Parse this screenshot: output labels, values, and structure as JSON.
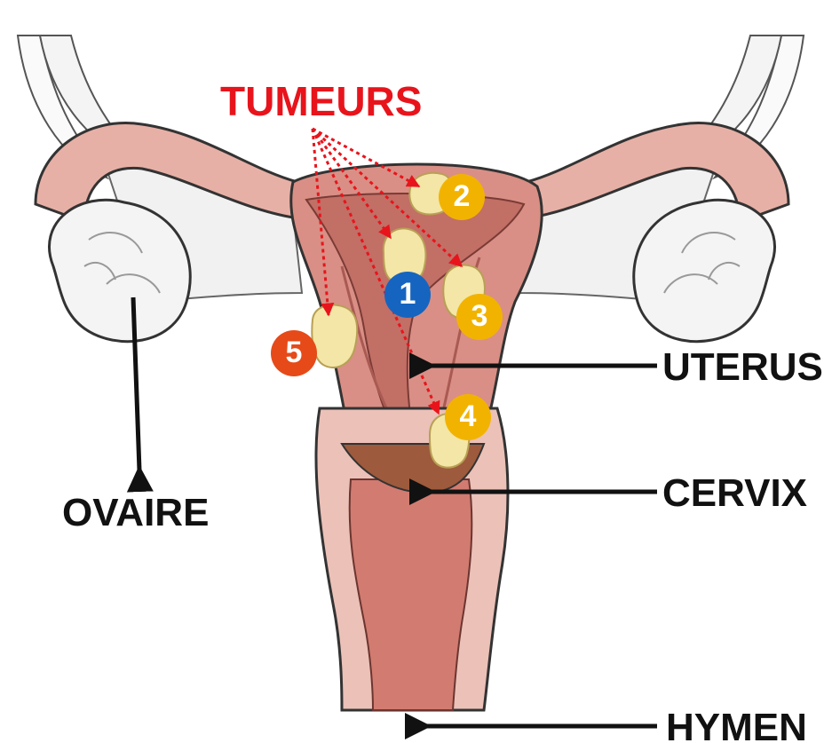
{
  "labels": {
    "tumors": "TUMEURS",
    "ovary": "OVAIRE",
    "uterus": "UTERUS",
    "cervix": "CERVIX",
    "hymen": "HYMEN"
  },
  "tumor_markers": [
    {
      "number": "1",
      "color": "#1565c0"
    },
    {
      "number": "2",
      "color": "#f2b300"
    },
    {
      "number": "3",
      "color": "#f2b300"
    },
    {
      "number": "4",
      "color": "#f2b300"
    },
    {
      "number": "5",
      "color": "#e64a19"
    }
  ],
  "colors": {
    "tumor_label": "#e8141c",
    "tumor_arrows": "#e8141c",
    "pointer_arrows": "#111111",
    "uterus_tissue": "#d98f85",
    "ovary": "#f3f3f3",
    "tumor_growth": "#f3e6a6"
  }
}
